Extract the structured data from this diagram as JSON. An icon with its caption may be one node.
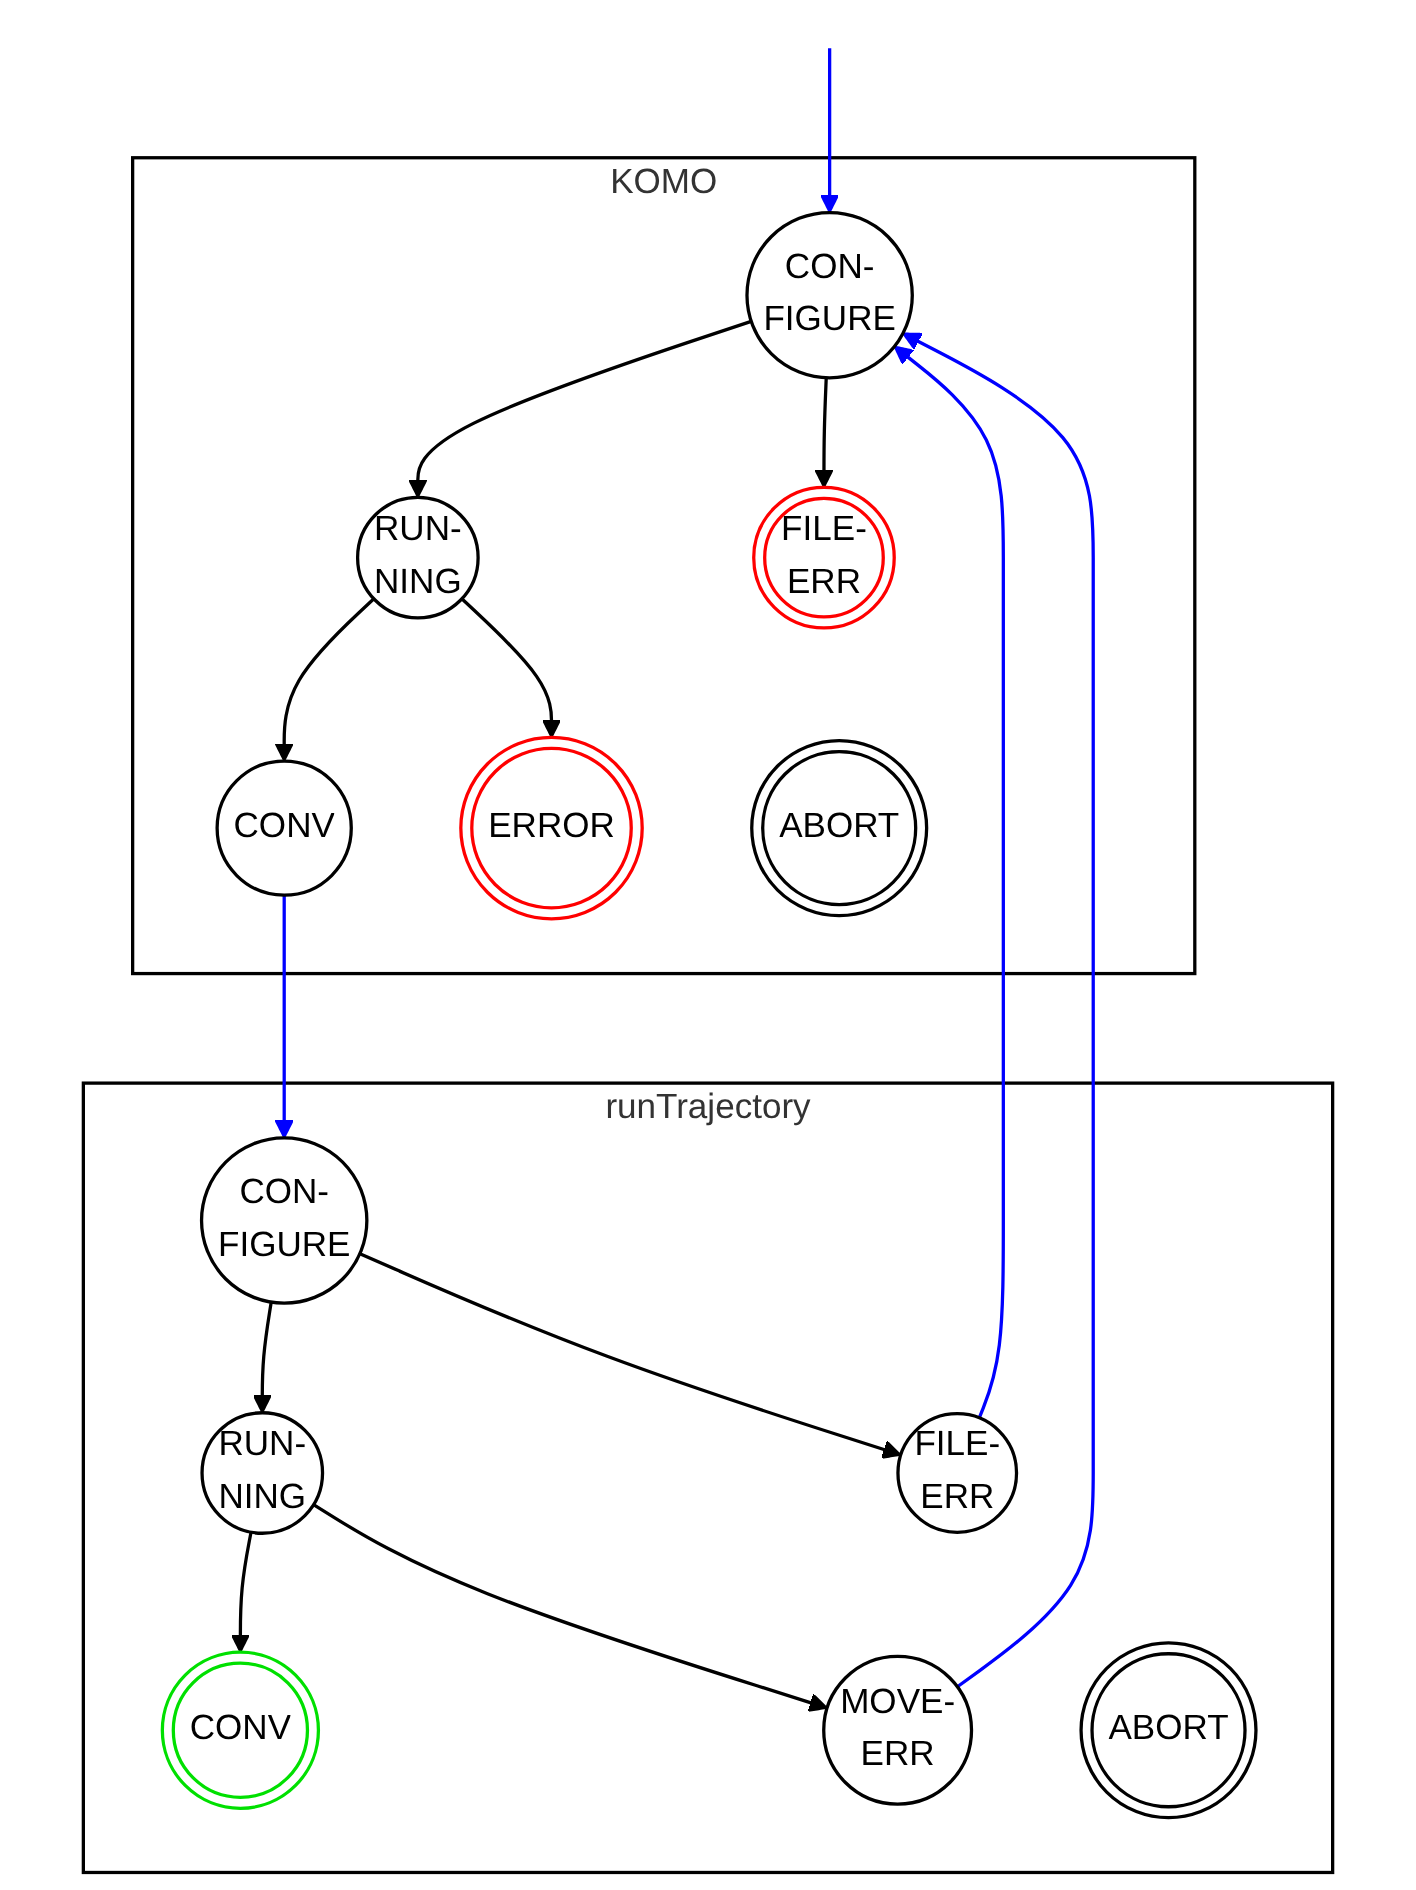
{
  "diagram": {
    "nodes": [
      {
        "text": [
          "KOMO"
        ]
      },
      {
        "text": [
          "CON- FIGURE"
        ],
        "in": 0
      },
      {
        "text": [
          "RUN- NING"
        ],
        "in": 0
      },
      {
        "text": [
          "CONV"
        ],
        "in": 0
      },
      {
        "text": [
          "ERROR"
        ],
        "in": 0
      },
      {
        "text": [
          "FILE- ERR"
        ],
        "in": 0
      },
      {
        "text": [
          "ABORT"
        ],
        "in": 0
      },
      {
        "text": [
          "runTrajectory"
        ]
      },
      {
        "text": [
          "CON- FIGURE"
        ],
        "in": 7
      },
      {
        "text": [
          "RUN- NING"
        ],
        "in": 7
      },
      {
        "text": [
          "CONV"
        ],
        "in": 7
      },
      {
        "text": [
          "MOVE- ERR"
        ],
        "in": 7
      },
      {
        "text": [
          "FILE- ERR"
        ],
        "in": 7
      },
      {
        "text": [
          "ABORT"
        ],
        "in": 7
      }
    ],
    "edges": [
      {
        "from": null,
        "to": 1,
        "arrow": "to",
        "color": "#0000ff"
      },
      {
        "from": 1,
        "to": 2,
        "arrow": "to"
      },
      {
        "from": 1,
        "to": 5,
        "arrow": "to"
      },
      {
        "from": 2,
        "to": 3,
        "arrow": "to"
      },
      {
        "from": 2,
        "to": 4,
        "arrow": "to"
      },
      {
        "from": 3,
        "to": 8,
        "arrow": "to",
        "color": "#0000ff"
      },
      {
        "from": 8,
        "to": 9,
        "arrow": "to"
      },
      {
        "from": 8,
        "to": 12,
        "arrow": "to"
      },
      {
        "from": 9,
        "to": 10,
        "arrow": "to"
      },
      {
        "from": 9,
        "to": 11,
        "arrow": "to"
      },
      {
        "from": 12,
        "to": 1,
        "arrow": "to",
        "color": "#0000ff"
      },
      {
        "from": 11,
        "to": 1,
        "arrow": "to",
        "color": "#0000ff"
      }
    ]
  }
}
